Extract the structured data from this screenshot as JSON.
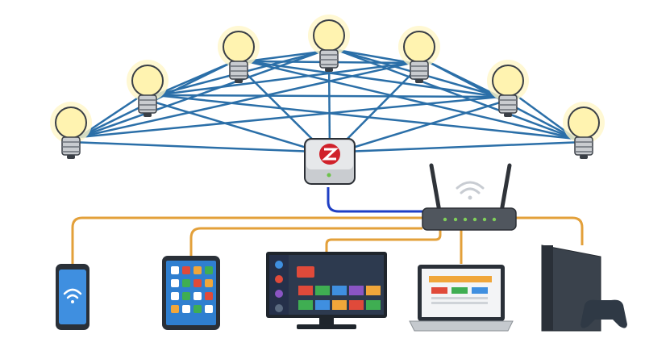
{
  "diagram": {
    "type": "smart-home-network",
    "nodes": {
      "bulbs": [
        "smart-bulb-1",
        "smart-bulb-2",
        "smart-bulb-3",
        "smart-bulb-4",
        "smart-bulb-5",
        "smart-bulb-6",
        "smart-bulb-7"
      ],
      "hub": "zigbee-hub",
      "router": "wifi-router",
      "devices": [
        "smartphone",
        "tablet",
        "smart-tv",
        "laptop",
        "game-console"
      ]
    },
    "colors": {
      "mesh_link": "#2b6fa8",
      "hub_link": "#1f3fc4",
      "wired_link": "#e3a03a",
      "bulb_glow": "#fff6c8",
      "hub_logo": "#d0212a",
      "led": "#6cc24a",
      "device_dark": "#2f3945",
      "screen_blue": "#2f7fd0"
    }
  }
}
